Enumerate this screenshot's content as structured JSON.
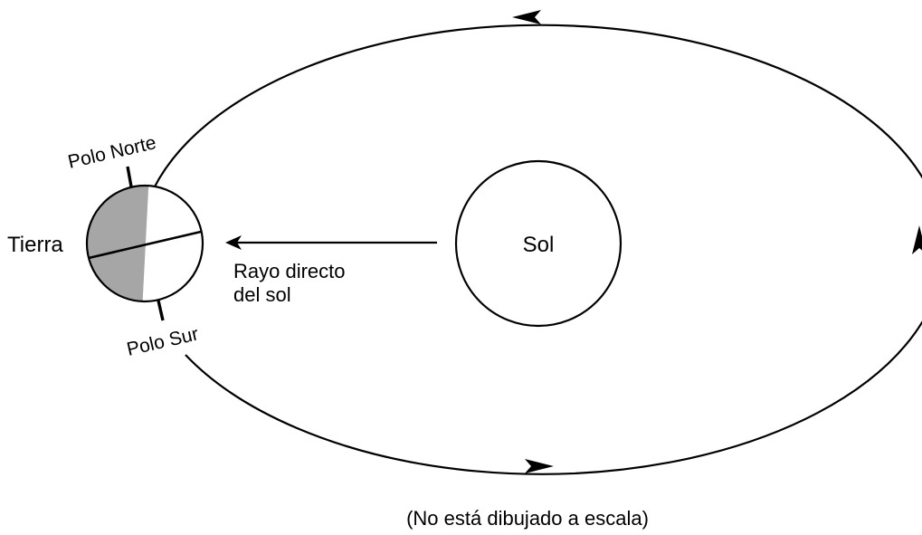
{
  "labels": {
    "earth": "Tierra",
    "north_pole": "Polo Norte",
    "south_pole": "Polo Sur",
    "sun": "Sol",
    "ray_line1": "Rayo directo",
    "ray_line2": "del sol",
    "caption": "(No está dibujado a escala)"
  },
  "colors": {
    "stroke": "#000000",
    "night_side": "#a6a6a6",
    "background": "#ffffff"
  },
  "icons": {
    "orbit_arrows": "arrowhead-icon",
    "sun_ray": "arrow-left-icon"
  }
}
